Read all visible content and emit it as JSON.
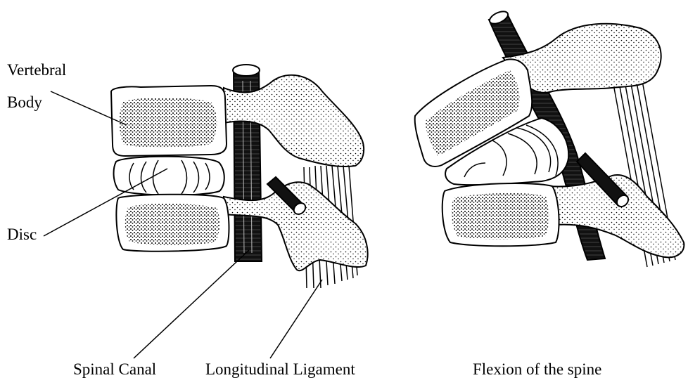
{
  "labels": {
    "vertebral": "Vertebral",
    "body": "Body",
    "disc": "Disc",
    "spinal_canal": "Spinal Canal",
    "longitudinal_ligament": "Longitudinal Ligament",
    "flexion": "Flexion of the spine"
  },
  "colors": {
    "ink": "#000000",
    "bone_fill": "#ffffff",
    "paper": "#ffffff"
  }
}
